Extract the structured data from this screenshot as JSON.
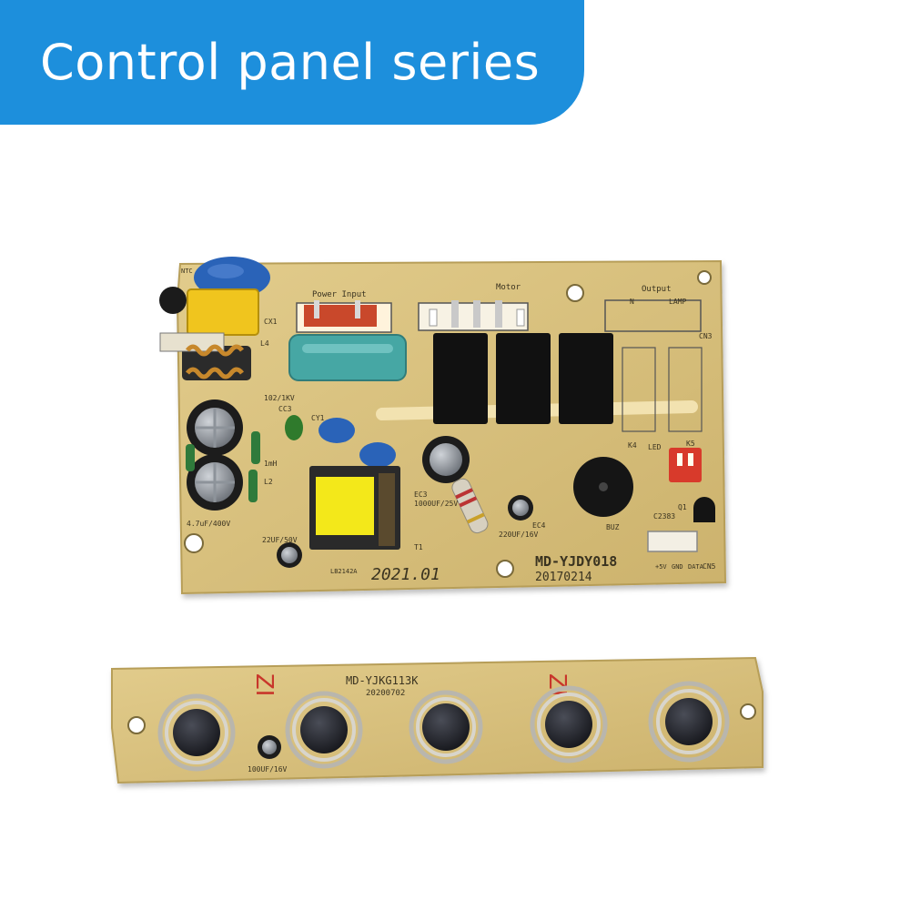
{
  "banner": {
    "title": "Control panel series"
  },
  "main_board": {
    "model": "MD-YJDY018",
    "date": "20170214",
    "labels": {
      "power_input": "Power Input",
      "motor": "Motor",
      "output": "Output",
      "output_n": "N",
      "output_lamp": "LAMP",
      "cn3": "CN3",
      "cn5": "CN5",
      "k4": "K4",
      "k5": "K5",
      "led": "LED",
      "buz": "BUZ",
      "q1": "Q1",
      "c2383": "C2383",
      "t1": "T1",
      "ec3": "EC3",
      "ec3_value": "1000UF/25V",
      "ec4": "EC4",
      "ec4_value": "220UF/16V",
      "ec1_value": "22UF/50V",
      "ec2_value": "4.7uF/400V",
      "cc3": "CC3",
      "cc3_value": "102/1KV",
      "cy1": "CY1",
      "cx1": "CX1",
      "l4": "L4",
      "l2": "L2",
      "inductor_value": "1mH",
      "ntc": "NTC",
      "stamp": "2021.01",
      "transformer_code": "LB2142A",
      "pin_5v": "+5V",
      "pin_gnd": "GND",
      "pin_data": "DATA"
    }
  },
  "key_board": {
    "model": "MD-YJKG113K",
    "date": "20200702",
    "cap_value": "100UF/16V"
  },
  "colors": {
    "banner": "#1d8fdc",
    "pcb": "#d8c07c",
    "relay": "#111111",
    "varistor": "#2a63b8"
  }
}
